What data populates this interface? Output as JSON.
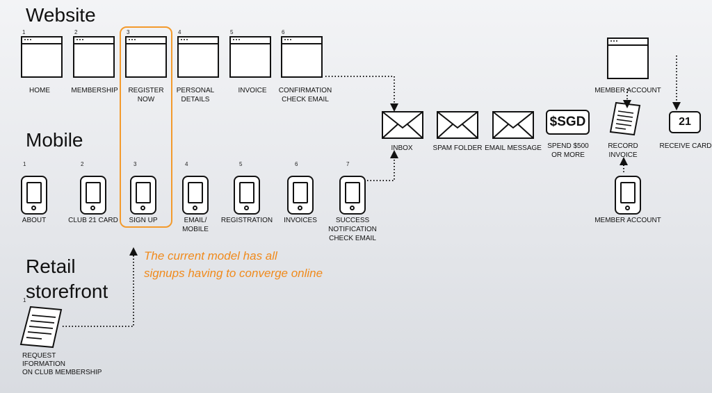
{
  "sections": {
    "website": "Website",
    "mobile": "Mobile",
    "retail": [
      "Retail",
      "storefront"
    ]
  },
  "website_steps": [
    {
      "num": "1",
      "label": [
        "HOME"
      ]
    },
    {
      "num": "2",
      "label": [
        "MEMBERSHIP"
      ]
    },
    {
      "num": "3",
      "label": [
        "REGISTER",
        "NOW"
      ]
    },
    {
      "num": "4",
      "label": [
        "PERSONAL",
        "DETAILS"
      ]
    },
    {
      "num": "5",
      "label": [
        "INVOICE"
      ]
    },
    {
      "num": "6",
      "label": [
        "CONFIRMATION",
        "CHECK EMAIL"
      ]
    }
  ],
  "mobile_steps": [
    {
      "num": "1",
      "label": [
        "ABOUT"
      ]
    },
    {
      "num": "2",
      "label": [
        "CLUB 21 CARD"
      ]
    },
    {
      "num": "3",
      "label": [
        "SIGN UP"
      ]
    },
    {
      "num": "4",
      "label": [
        "EMAIL/",
        "MOBILE"
      ]
    },
    {
      "num": "5",
      "label": [
        "REGISTRATION"
      ]
    },
    {
      "num": "6",
      "label": [
        "INVOICES"
      ]
    },
    {
      "num": "7",
      "label": [
        "SUCCESS",
        "NOTIFICATION",
        "CHECK EMAIL"
      ]
    }
  ],
  "email_flow": [
    {
      "label": [
        "INBOX"
      ]
    },
    {
      "label": [
        "SPAM FOLDER"
      ]
    },
    {
      "label": [
        "EMAIL MESSAGE"
      ]
    }
  ],
  "spend": {
    "card_text": "$SGD",
    "label": [
      "SPEND $500",
      "OR MORE"
    ]
  },
  "record_invoice": {
    "label": [
      "RECORD",
      "INVOICE"
    ]
  },
  "receive_card": {
    "card_text": "21",
    "label": [
      "RECEIVE CARD"
    ]
  },
  "member_account_web": {
    "label": [
      "MEMBER ACCOUNT"
    ]
  },
  "member_account_mobile": {
    "label": [
      "MEMBER ACCOUNT"
    ]
  },
  "retail_step": {
    "num": "1",
    "label": [
      "REQUEST",
      "IFORMATION",
      "ON CLUB MEMBERSHIP"
    ]
  },
  "annotation": [
    "The current model has all",
    "signups having to converge online"
  ],
  "colors": {
    "highlight": "#f39a2c",
    "annotation": "#f08a1c",
    "stroke": "#111111"
  }
}
